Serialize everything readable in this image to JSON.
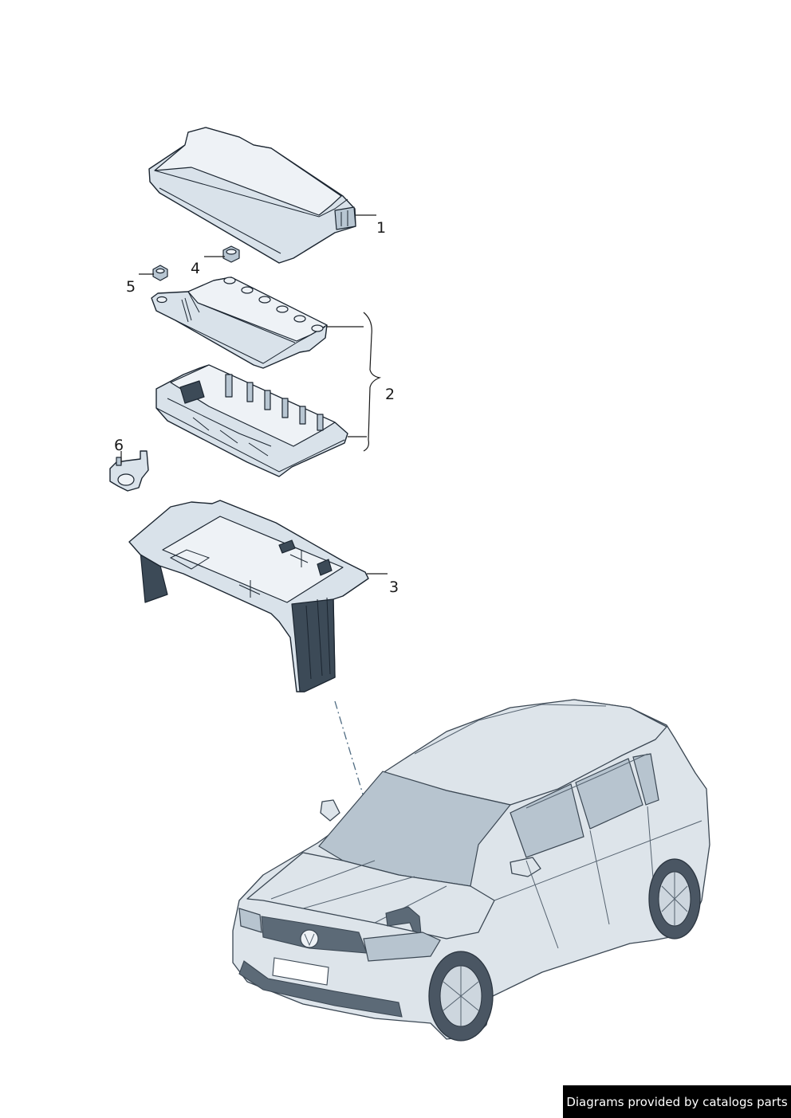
{
  "callouts": {
    "c1": "1",
    "c2": "2",
    "c3": "3",
    "c4": "4",
    "c5": "5",
    "c6": "6"
  },
  "watermark": "Diagrams provided by catalogs parts",
  "colors": {
    "part_fill": "#d9e2ea",
    "part_outline": "#1b2530",
    "tray_dark": "#3c4a57",
    "watermark_bg": "#000000",
    "watermark_text": "#ffffff"
  },
  "icons": [
    "fuse-box-cover",
    "fuse-holder",
    "fuse-carrier",
    "battery-tray",
    "nut",
    "cable-clamp",
    "suv-vehicle"
  ]
}
